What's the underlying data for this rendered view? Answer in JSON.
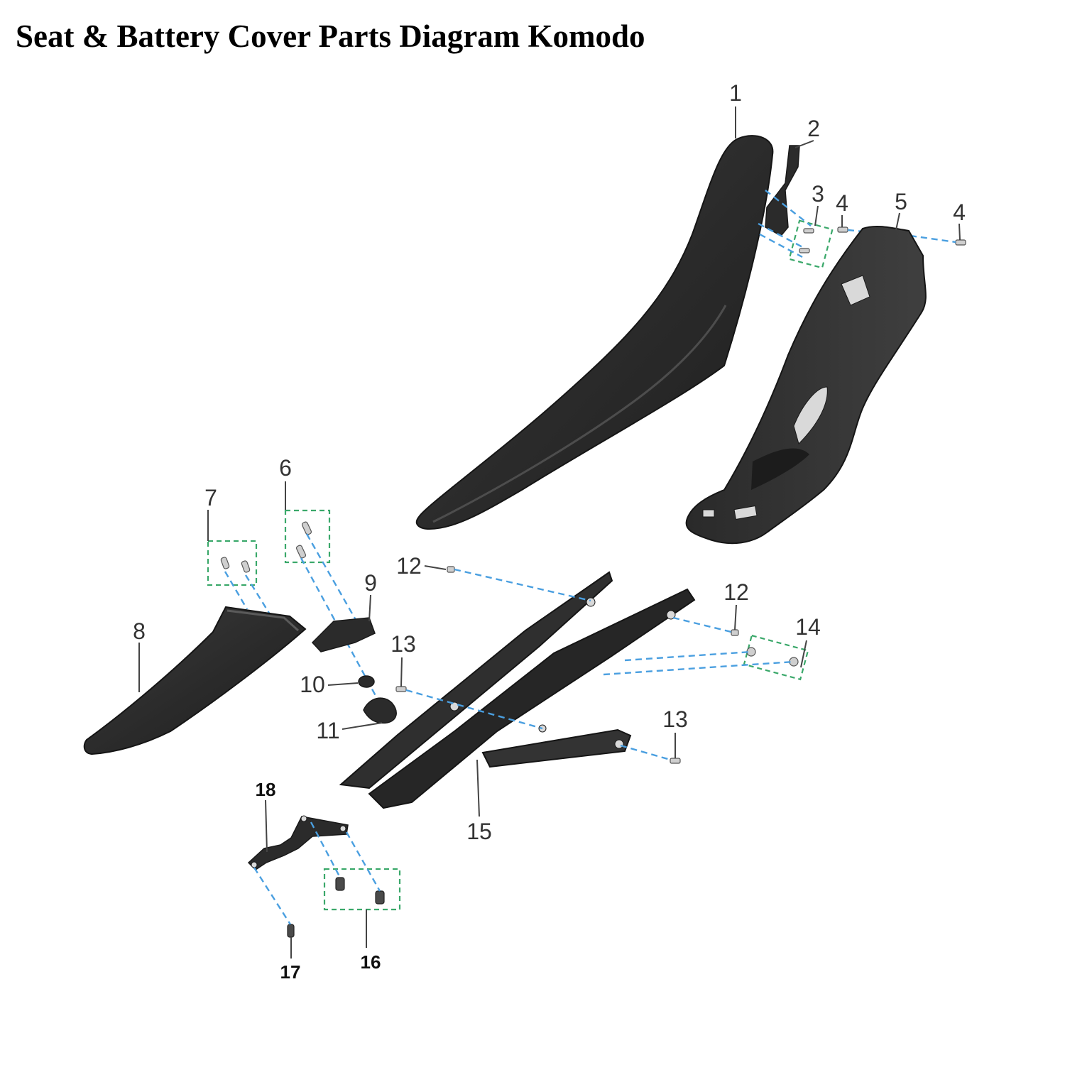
{
  "title": "Seat & Battery Cover Parts Diagram Komodo",
  "callouts": [
    "1",
    "2",
    "3",
    "4",
    "5",
    "4",
    "6",
    "7",
    "8",
    "9",
    "10",
    "11",
    "12",
    "12",
    "13",
    "14",
    "13",
    "15",
    "18",
    "16",
    "17"
  ],
  "colors": {
    "title": "#000000",
    "part": "#2b2b2b",
    "assembly_line": "#4a9fe0",
    "group_box": "#3aa86a",
    "callout_text": "#333333"
  }
}
